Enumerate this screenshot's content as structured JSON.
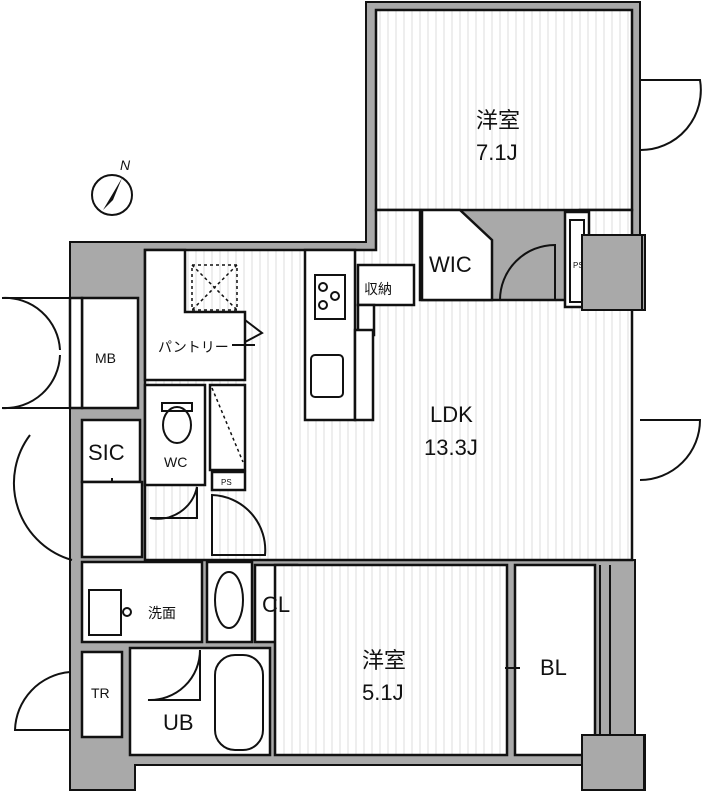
{
  "rooms": {
    "western_room_1": {
      "name": "洋室",
      "size": "7.1J"
    },
    "wic": "WIC",
    "storage": "収納",
    "ldk": {
      "name": "LDK",
      "size": "13.3J"
    },
    "pantry": "パントリー",
    "mb": "MB",
    "sic": "SIC",
    "wc": "WC",
    "ps": "PS",
    "washroom": "洗面",
    "cl": "CL",
    "western_room_2": {
      "name": "洋室",
      "size": "5.1J"
    },
    "bl": "BL",
    "tr": "TR",
    "ub": "UB"
  },
  "compass": {
    "north_label": "N"
  }
}
